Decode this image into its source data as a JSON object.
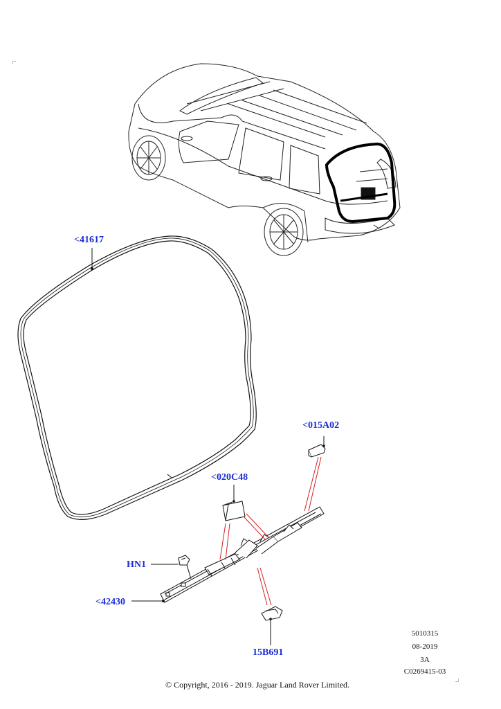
{
  "callouts": {
    "seal": "<41617",
    "latch_cover_right": "<015A02",
    "switch": "<020C48",
    "clip": "HN1",
    "finisher": "<42430",
    "lamp": "15B691"
  },
  "meta": {
    "ref1": "5010315",
    "date": "08-2019",
    "rev": "3A",
    "code": "C0269415-03"
  },
  "copyright": "© Copyright, 2016 - 2019. Jaguar Land Rover Limited.",
  "colors": {
    "callout": "#1a2bd6",
    "leader_red": "#d42020",
    "line": "#000000"
  }
}
